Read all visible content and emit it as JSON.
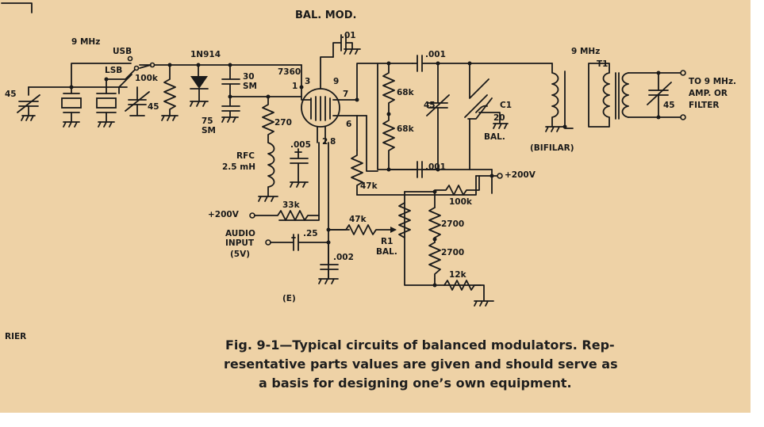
{
  "diagram": {
    "title": "BAL. MOD.",
    "panel_id": "(E)",
    "fragment_left": "RIER",
    "caption_lines": [
      "Fig. 9-1—Typical circuits of balanced modulators. Rep-",
      "resentative parts values are given and should serve as",
      "a basis for designing one’s own equipment."
    ],
    "labels": {
      "freq_9mhz_left": "9 MHz",
      "usb": "USB",
      "lsb": "LSB",
      "c45_left": "45",
      "r100k_left": "100k",
      "c45_trim_left": "45",
      "diode": "1N914",
      "c30": "30",
      "sm1": "SM",
      "c75": "75",
      "sm2": "SM",
      "tube": "7360",
      "pin3": "3",
      "pin1": "1",
      "pin9": "9",
      "pin7": "7",
      "pin6": "6",
      "pin2": "2",
      "pin8": "8",
      "r270": "270",
      "rfc": "RFC",
      "rfc_val": "2.5 mH",
      "c005": ".005",
      "b200_left": "+200V",
      "r33k": "33k",
      "audio1": "AUDIO",
      "audio2": "INPUT",
      "audio3": "(5V)",
      "c25": ".25",
      "r47k_mid": "47k",
      "c002": ".002",
      "r47k_plate": "47k",
      "r1": "R1",
      "r1_bal": "BAL.",
      "r2700_a": "2700",
      "r2700_b": "2700",
      "r12k": "12k",
      "r100k_right": "100k",
      "b200_right": "+200V",
      "c01": ".01",
      "c001_top": ".001",
      "c001_bot": ".001",
      "r68k_a": "68k",
      "r68k_b": "68k",
      "c45_mid": "45",
      "c1": "C1",
      "c1_val": "20",
      "c1_bal": "BAL.",
      "bifilar": "(BIFILAR)",
      "freq_9mhz_right": "9 MHz",
      "t1": "T1",
      "c45_out": "45",
      "out1": "TO 9 MHz.",
      "out2": "AMP. OR",
      "out3": "FILTER"
    }
  }
}
